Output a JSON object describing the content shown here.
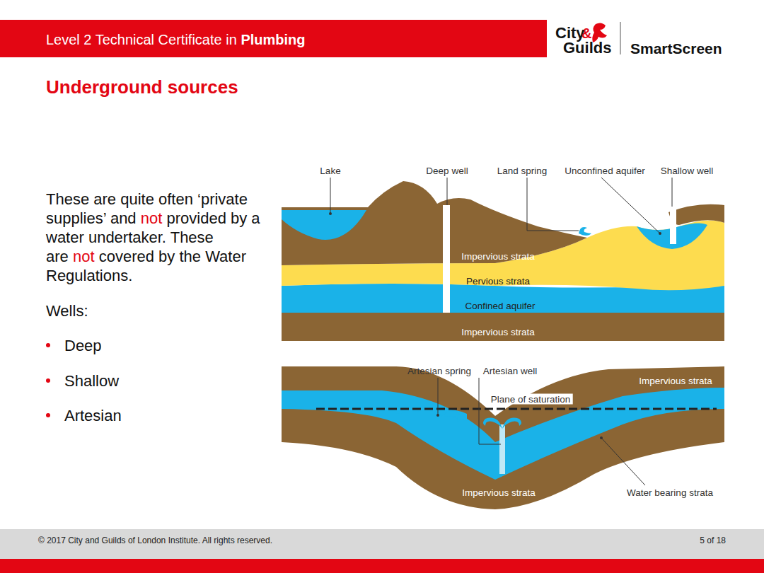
{
  "diagram": {
    "title": "Underground sources",
    "labels": [
      "Level 2 Technical Certificate in",
      "Plumbing",
      "City",
      "&",
      "Guilds",
      "SmartScreen",
      "These are quite often ‘private supplies’ and",
      "not",
      "provided by a water undertaker. These are",
      "not",
      "covered by the Water Regulations.",
      "Wells:",
      "Deep",
      "Shallow",
      "Artesian",
      "Lake",
      "Deep well",
      "Land spring",
      "Unconfined aquifer",
      "Shallow well",
      "Impervious strata",
      "Pervious strata",
      "Confined aquifer",
      "Impervious strata",
      "Artesian spring",
      "Artesian well",
      "Impervious strata",
      "Plane of saturation",
      "Impervious strata",
      "Water bearing strata",
      "© 2017 City and Guilds of London Institute. All rights reserved.",
      "5 of 18"
    ]
  }
}
